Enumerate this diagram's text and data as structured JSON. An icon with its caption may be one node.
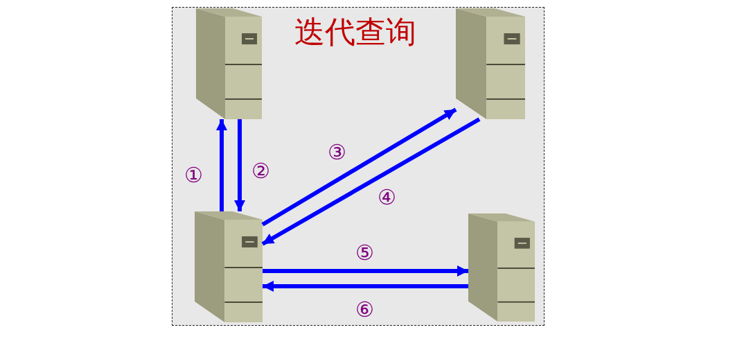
{
  "diagram": {
    "title": "迭代查询",
    "nodes": [
      {
        "text": [],
        "shape": "picture"
      },
      {
        "text": [],
        "shape": "picture"
      },
      {
        "text": [],
        "shape": "picture"
      },
      {
        "text": [],
        "shape": "picture"
      }
    ],
    "edges": [
      {
        "from": 2,
        "to": 0,
        "arrow": "to",
        "label": "①"
      },
      {
        "from": 0,
        "to": 2,
        "arrow": "to",
        "label": "②"
      },
      {
        "from": 2,
        "to": 1,
        "arrow": "to",
        "label": "③"
      },
      {
        "from": 1,
        "to": 2,
        "arrow": "to",
        "label": "④"
      },
      {
        "from": 2,
        "to": 3,
        "arrow": "to",
        "label": "⑤"
      },
      {
        "from": 3,
        "to": 2,
        "arrow": "to",
        "label": "⑥"
      }
    ]
  }
}
